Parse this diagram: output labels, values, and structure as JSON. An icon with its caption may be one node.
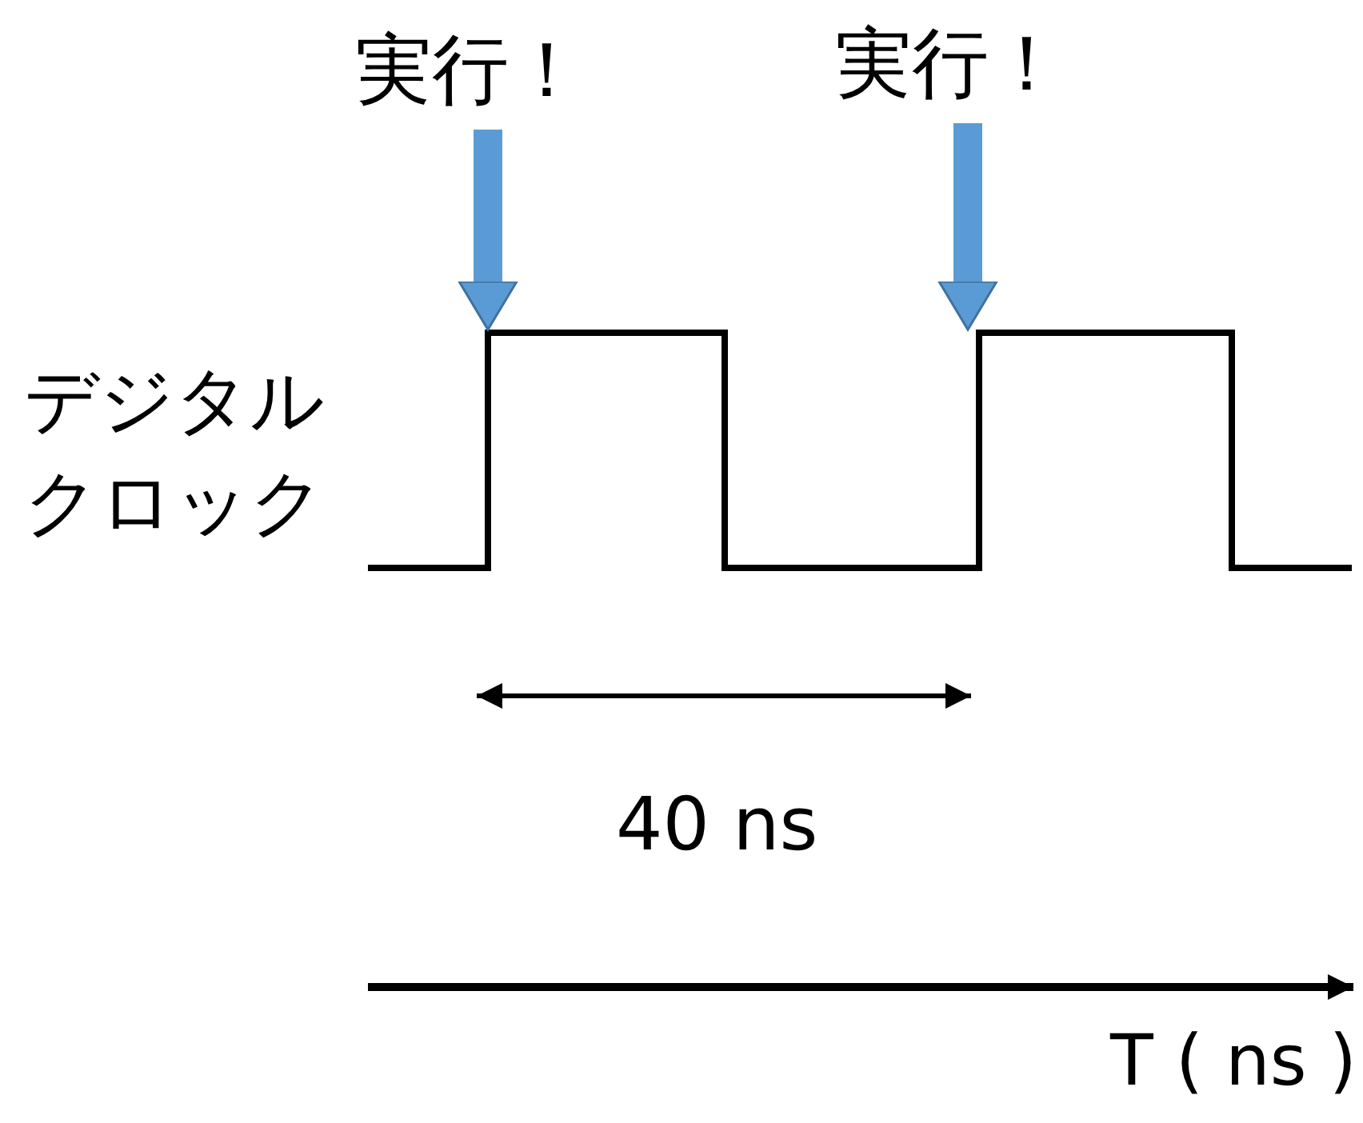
{
  "diagram": {
    "nodes": [
      {
        "text": [
          "実行！"
        ]
      },
      {
        "text": [
          "実行！"
        ]
      }
    ],
    "edges": [
      {
        "from": 0,
        "to": null,
        "arrow": "to"
      },
      {
        "from": 1,
        "to": null,
        "arrow": "to"
      }
    ],
    "labels": [
      "デジタルクロック",
      "40 ns",
      "T ( ns )"
    ]
  }
}
